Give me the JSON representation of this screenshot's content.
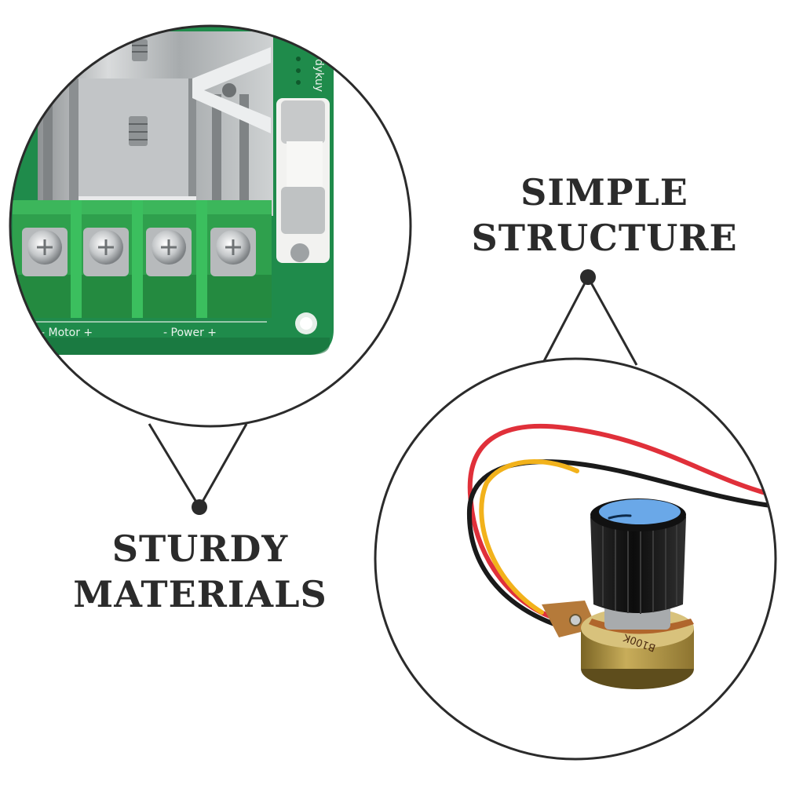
{
  "captions": {
    "simple_structure": [
      "SIMPLE",
      "STRUCTURE"
    ],
    "sturdy_materials": [
      "STURDY",
      "MATERIALS"
    ]
  },
  "board_labels": {
    "motor": "- Motor +",
    "power": "- Power +",
    "brand": "dykuy"
  },
  "potentiometer_label": "B100K",
  "colors": {
    "background": "#ffffff",
    "outline": "#2b2b2b",
    "pcb_green": "#1e8a4a",
    "terminal_green": "#2fa84f",
    "heatsink": "#b9bcbe",
    "knob_black": "#151515",
    "knob_cap_blue": "#6aa8e8",
    "wire_red": "#e0303a",
    "wire_yellow": "#f2b21b",
    "wire_black": "#1a1a1a",
    "pot_body": "#a58a3c"
  }
}
